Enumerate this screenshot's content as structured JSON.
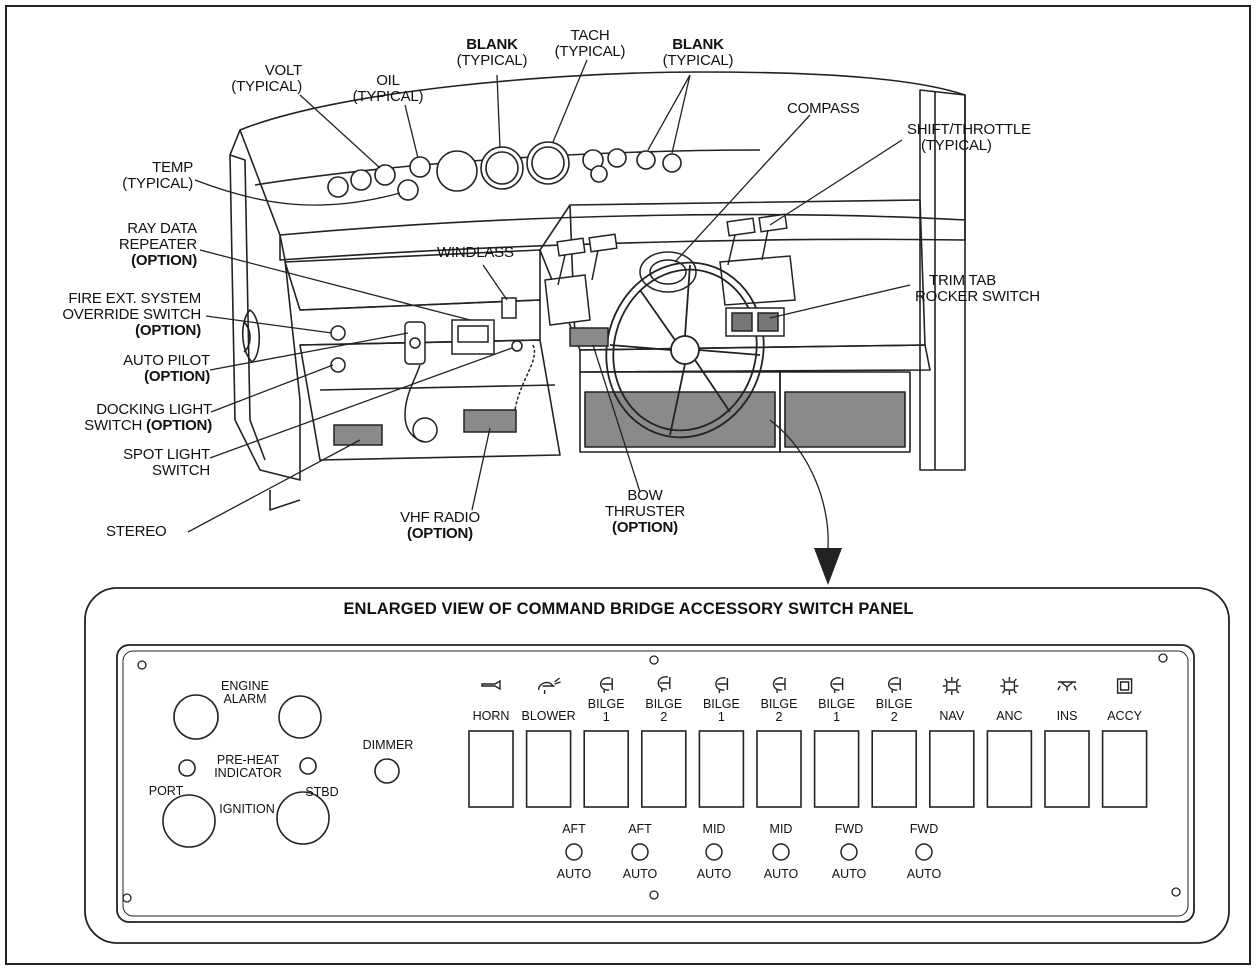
{
  "callouts": {
    "volt": [
      "VOLT",
      "(TYPICAL)"
    ],
    "oil": [
      "OIL",
      "(TYPICAL)"
    ],
    "blank_left": [
      "BLANK",
      "(TYPICAL)"
    ],
    "tach": [
      "TACH",
      "(TYPICAL)"
    ],
    "blank_right": [
      "BLANK",
      "(TYPICAL)"
    ],
    "compass": "COMPASS",
    "shift_throttle": [
      "SHIFT/THROTTLE",
      "(TYPICAL)"
    ],
    "temp": [
      "TEMP",
      "(TYPICAL)"
    ],
    "ray_data": [
      "RAY DATA",
      "REPEATER",
      "(OPTION)"
    ],
    "windlass": "WINDLASS",
    "trim_tab": [
      "TRIM TAB",
      "ROCKER SWITCH"
    ],
    "fire_ext": [
      "FIRE EXT. SYSTEM",
      "OVERRIDE SWITCH",
      "(OPTION)"
    ],
    "auto_pilot": [
      "AUTO PILOT",
      "(OPTION)"
    ],
    "docking_light": [
      "DOCKING LIGHT",
      "SWITCH",
      "(OPTION)"
    ],
    "spot_light": [
      "SPOT LIGHT",
      "SWITCH"
    ],
    "stereo": "STEREO",
    "vhf_radio": [
      "VHF RADIO",
      "(OPTION)"
    ],
    "bow_thruster": [
      "BOW",
      "THRUSTER",
      "(OPTION)"
    ]
  },
  "panel": {
    "title": "ENLARGED VIEW OF COMMAND BRIDGE ACCESSORY SWITCH PANEL",
    "engine_alarm": [
      "ENGINE",
      "ALARM"
    ],
    "preheat": [
      "PRE-HEAT",
      "INDICATOR"
    ],
    "port": "PORT",
    "stbd": "STBD",
    "ignition": "IGNITION",
    "dimmer": "DIMMER",
    "switches": [
      {
        "label": [
          "HORN"
        ],
        "icon": "horn-icon"
      },
      {
        "label": [
          "BLOWER"
        ],
        "icon": "blower-icon"
      },
      {
        "label": [
          "BILGE",
          "1"
        ],
        "icon": "bilge-pump-icon"
      },
      {
        "label": [
          "BILGE",
          "2"
        ],
        "icon": "bilge-pump-icon"
      },
      {
        "label": [
          "BILGE",
          "1"
        ],
        "icon": "bilge-pump-icon"
      },
      {
        "label": [
          "BILGE",
          "2"
        ],
        "icon": "bilge-pump-icon"
      },
      {
        "label": [
          "BILGE",
          "1"
        ],
        "icon": "bilge-pump-icon"
      },
      {
        "label": [
          "BILGE",
          "2"
        ],
        "icon": "bilge-pump-icon"
      },
      {
        "label": [
          "NAV"
        ],
        "icon": "nav-light-icon"
      },
      {
        "label": [
          "ANC"
        ],
        "icon": "anchor-light-icon"
      },
      {
        "label": [
          "INS"
        ],
        "icon": "instrument-light-icon"
      },
      {
        "label": [
          "ACCY"
        ],
        "icon": "accessory-icon"
      }
    ],
    "indicators": [
      {
        "top": "AFT",
        "bottom": "AUTO"
      },
      {
        "top": "AFT",
        "bottom": "AUTO"
      },
      {
        "top": "MID",
        "bottom": "AUTO"
      },
      {
        "top": "MID",
        "bottom": "AUTO"
      },
      {
        "top": "FWD",
        "bottom": "AUTO"
      },
      {
        "top": "FWD",
        "bottom": "AUTO"
      }
    ]
  }
}
